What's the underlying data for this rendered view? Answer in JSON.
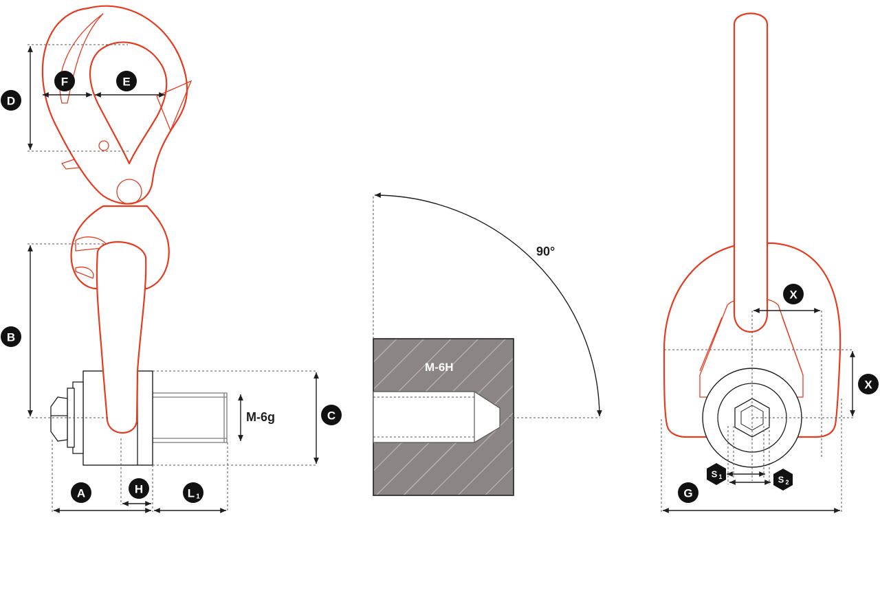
{
  "diagram": {
    "dimension_labels": {
      "A": "A",
      "B": "B",
      "C": "C",
      "D": "D",
      "E": "E",
      "F": "F",
      "G": "G",
      "H": "H",
      "L1_letter": "L",
      "L1_sub": "1",
      "X_top": "X",
      "X_right": "X",
      "S1_letter": "S",
      "S1_sub": "1",
      "S2_letter": "S",
      "S2_sub": "2"
    },
    "thread_labels": {
      "bolt": "M-6g",
      "hole": "M-6H"
    },
    "angle_label": "90°",
    "colors": {
      "part_outline": "#e63b1f",
      "dimension_line": "#1e1e1e",
      "material_fill": "#8b8585",
      "badge": "#111111"
    }
  }
}
